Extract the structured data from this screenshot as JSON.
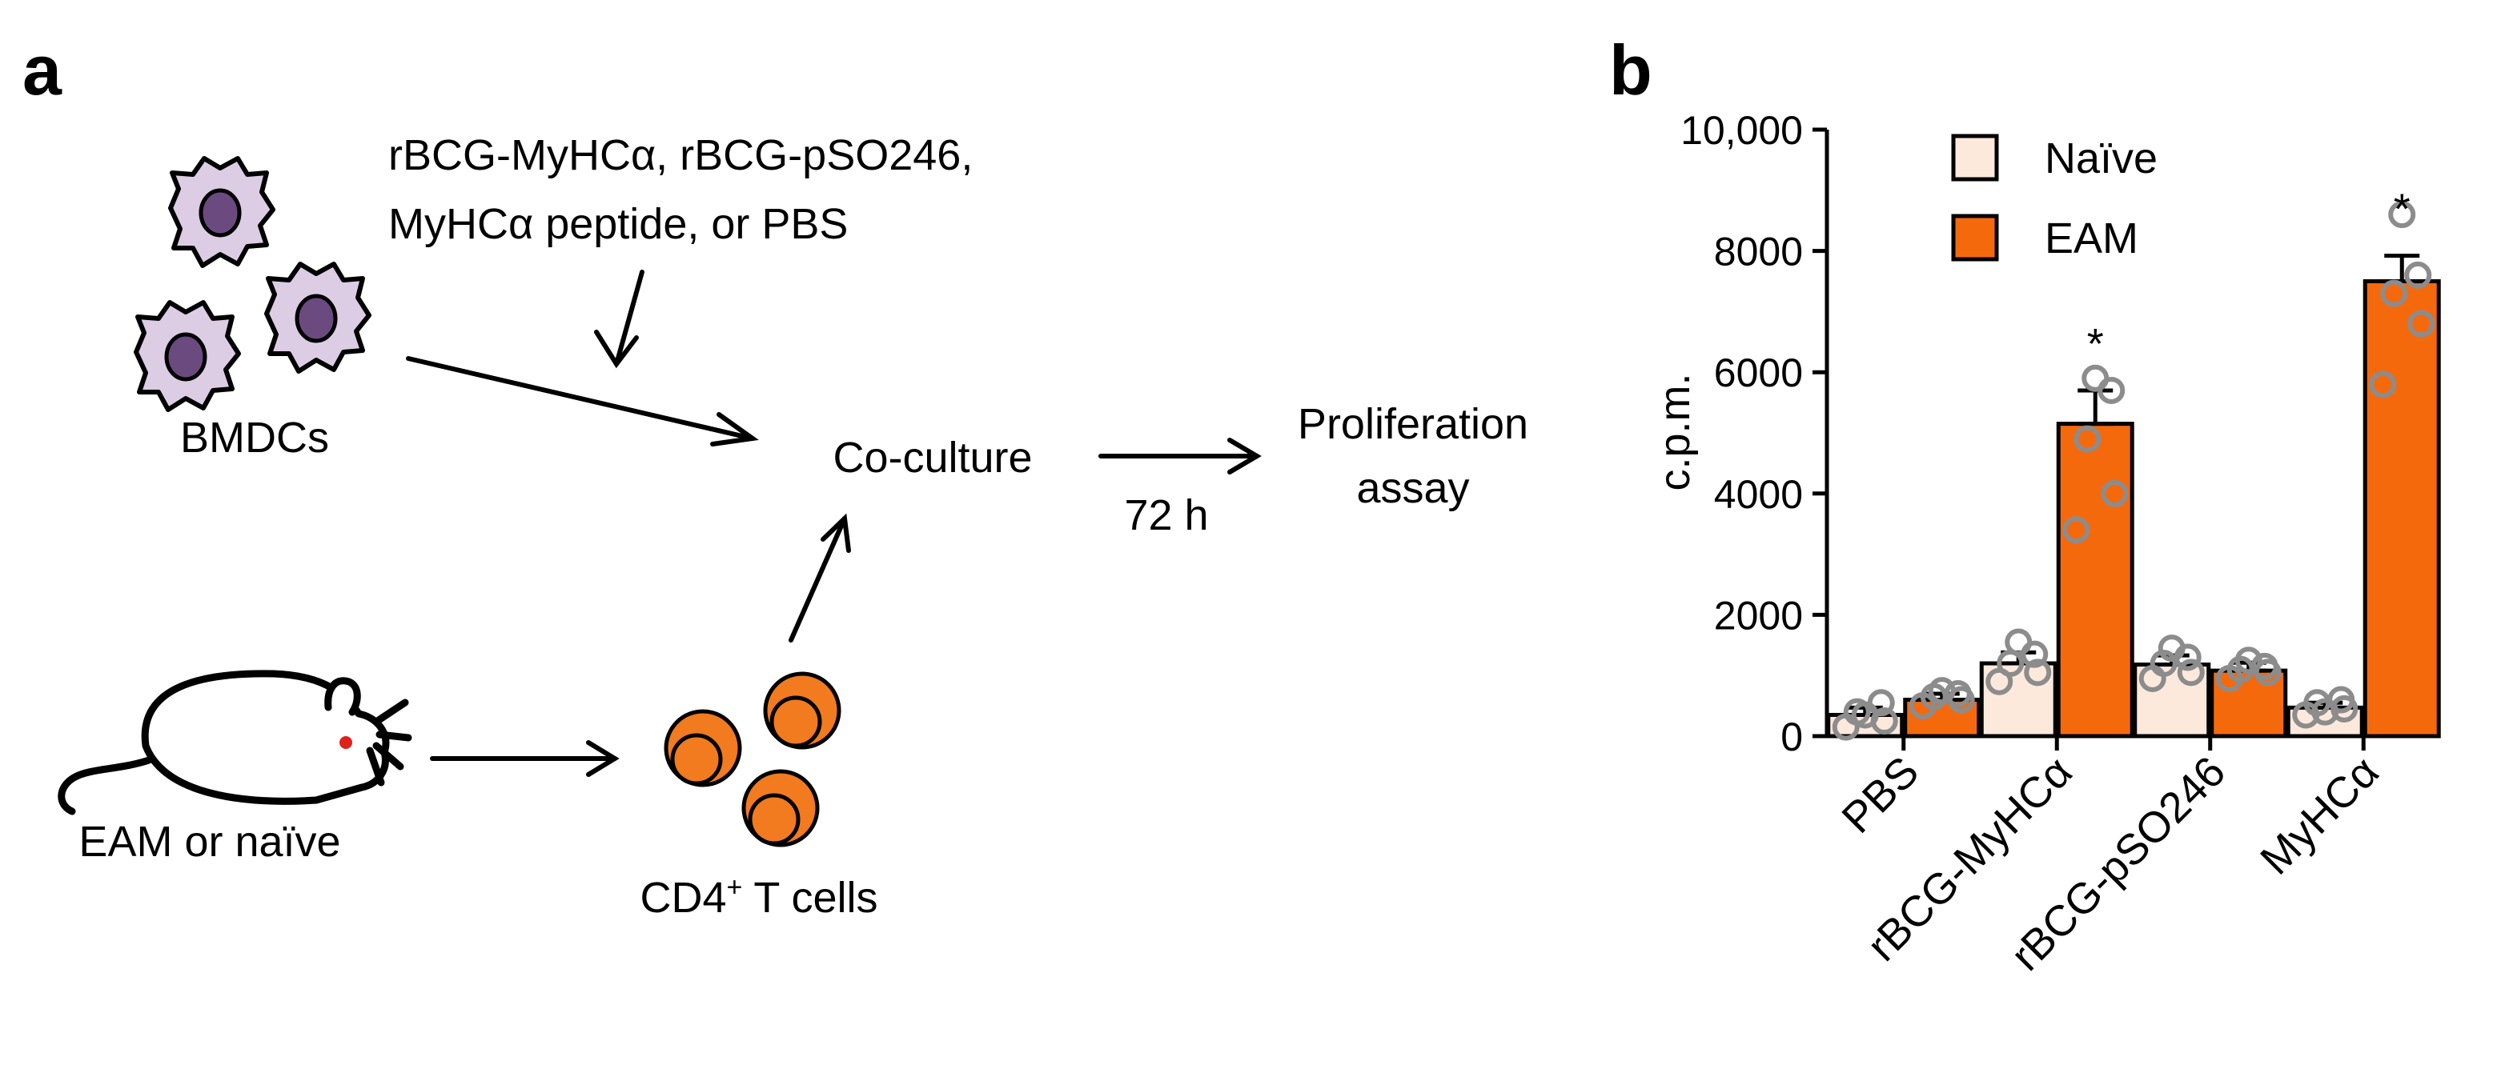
{
  "panel_a": {
    "label": "a",
    "treatment_text": [
      "rBCG-MyHCα, rBCG-pSO246,",
      "MyHCα peptide, or PBS"
    ],
    "bmdc_label": "BMDCs",
    "coculture_label": "Co-culture",
    "duration_label": "72 h",
    "assay_label": [
      "Proliferation",
      "assay"
    ],
    "mouse_label": "EAM or naïve",
    "tcell_label": {
      "base": "CD4",
      "sup": "+",
      "rest": " T cells"
    }
  },
  "panel_b": {
    "label": "b"
  },
  "colors": {
    "naive": "#fce9dc",
    "eam": "#f5690d",
    "bmdc_fill": "#dccde4",
    "bmdc_nucleus": "#6b4a80",
    "tcell": "#f27a1f",
    "dot": "#8c8c8c"
  },
  "chart_data": {
    "type": "bar",
    "categories": [
      "PBS",
      "rBCG-MyHCα",
      "rBCG-pSO246",
      "MyHCα"
    ],
    "ylabel": "c.p.m.",
    "xlabel": "",
    "ylim": [
      0,
      10000
    ],
    "yticks": [
      0,
      2000,
      4000,
      6000,
      8000,
      10000
    ],
    "ytick_labels": [
      "0",
      "2000",
      "4000",
      "6000",
      "8000",
      "10,000"
    ],
    "legend_position": "top-left",
    "grid": false,
    "series": [
      {
        "name": "Naïve",
        "values": [
          350,
          1200,
          1180,
          470
        ],
        "errors": [
          120,
          180,
          150,
          80
        ],
        "points": [
          [
            150,
            250,
            400,
            550,
            350
          ],
          [
            900,
            1050,
            1200,
            1350,
            1550
          ],
          [
            950,
            1050,
            1200,
            1300,
            1450
          ],
          [
            350,
            450,
            550,
            600,
            400
          ]
        ]
      },
      {
        "name": "EAM",
        "values": [
          600,
          5150,
          1080,
          7500
        ],
        "errors": [
          100,
          550,
          130,
          420
        ],
        "points": [
          [
            500,
            600,
            650,
            700,
            750
          ],
          [
            3400,
            4000,
            4900,
            5700,
            5900
          ],
          [
            950,
            1050,
            1100,
            1150,
            1250
          ],
          [
            5800,
            6800,
            7300,
            7600,
            8600
          ]
        ]
      }
    ],
    "significance": [
      "",
      "*",
      "",
      "*"
    ]
  }
}
